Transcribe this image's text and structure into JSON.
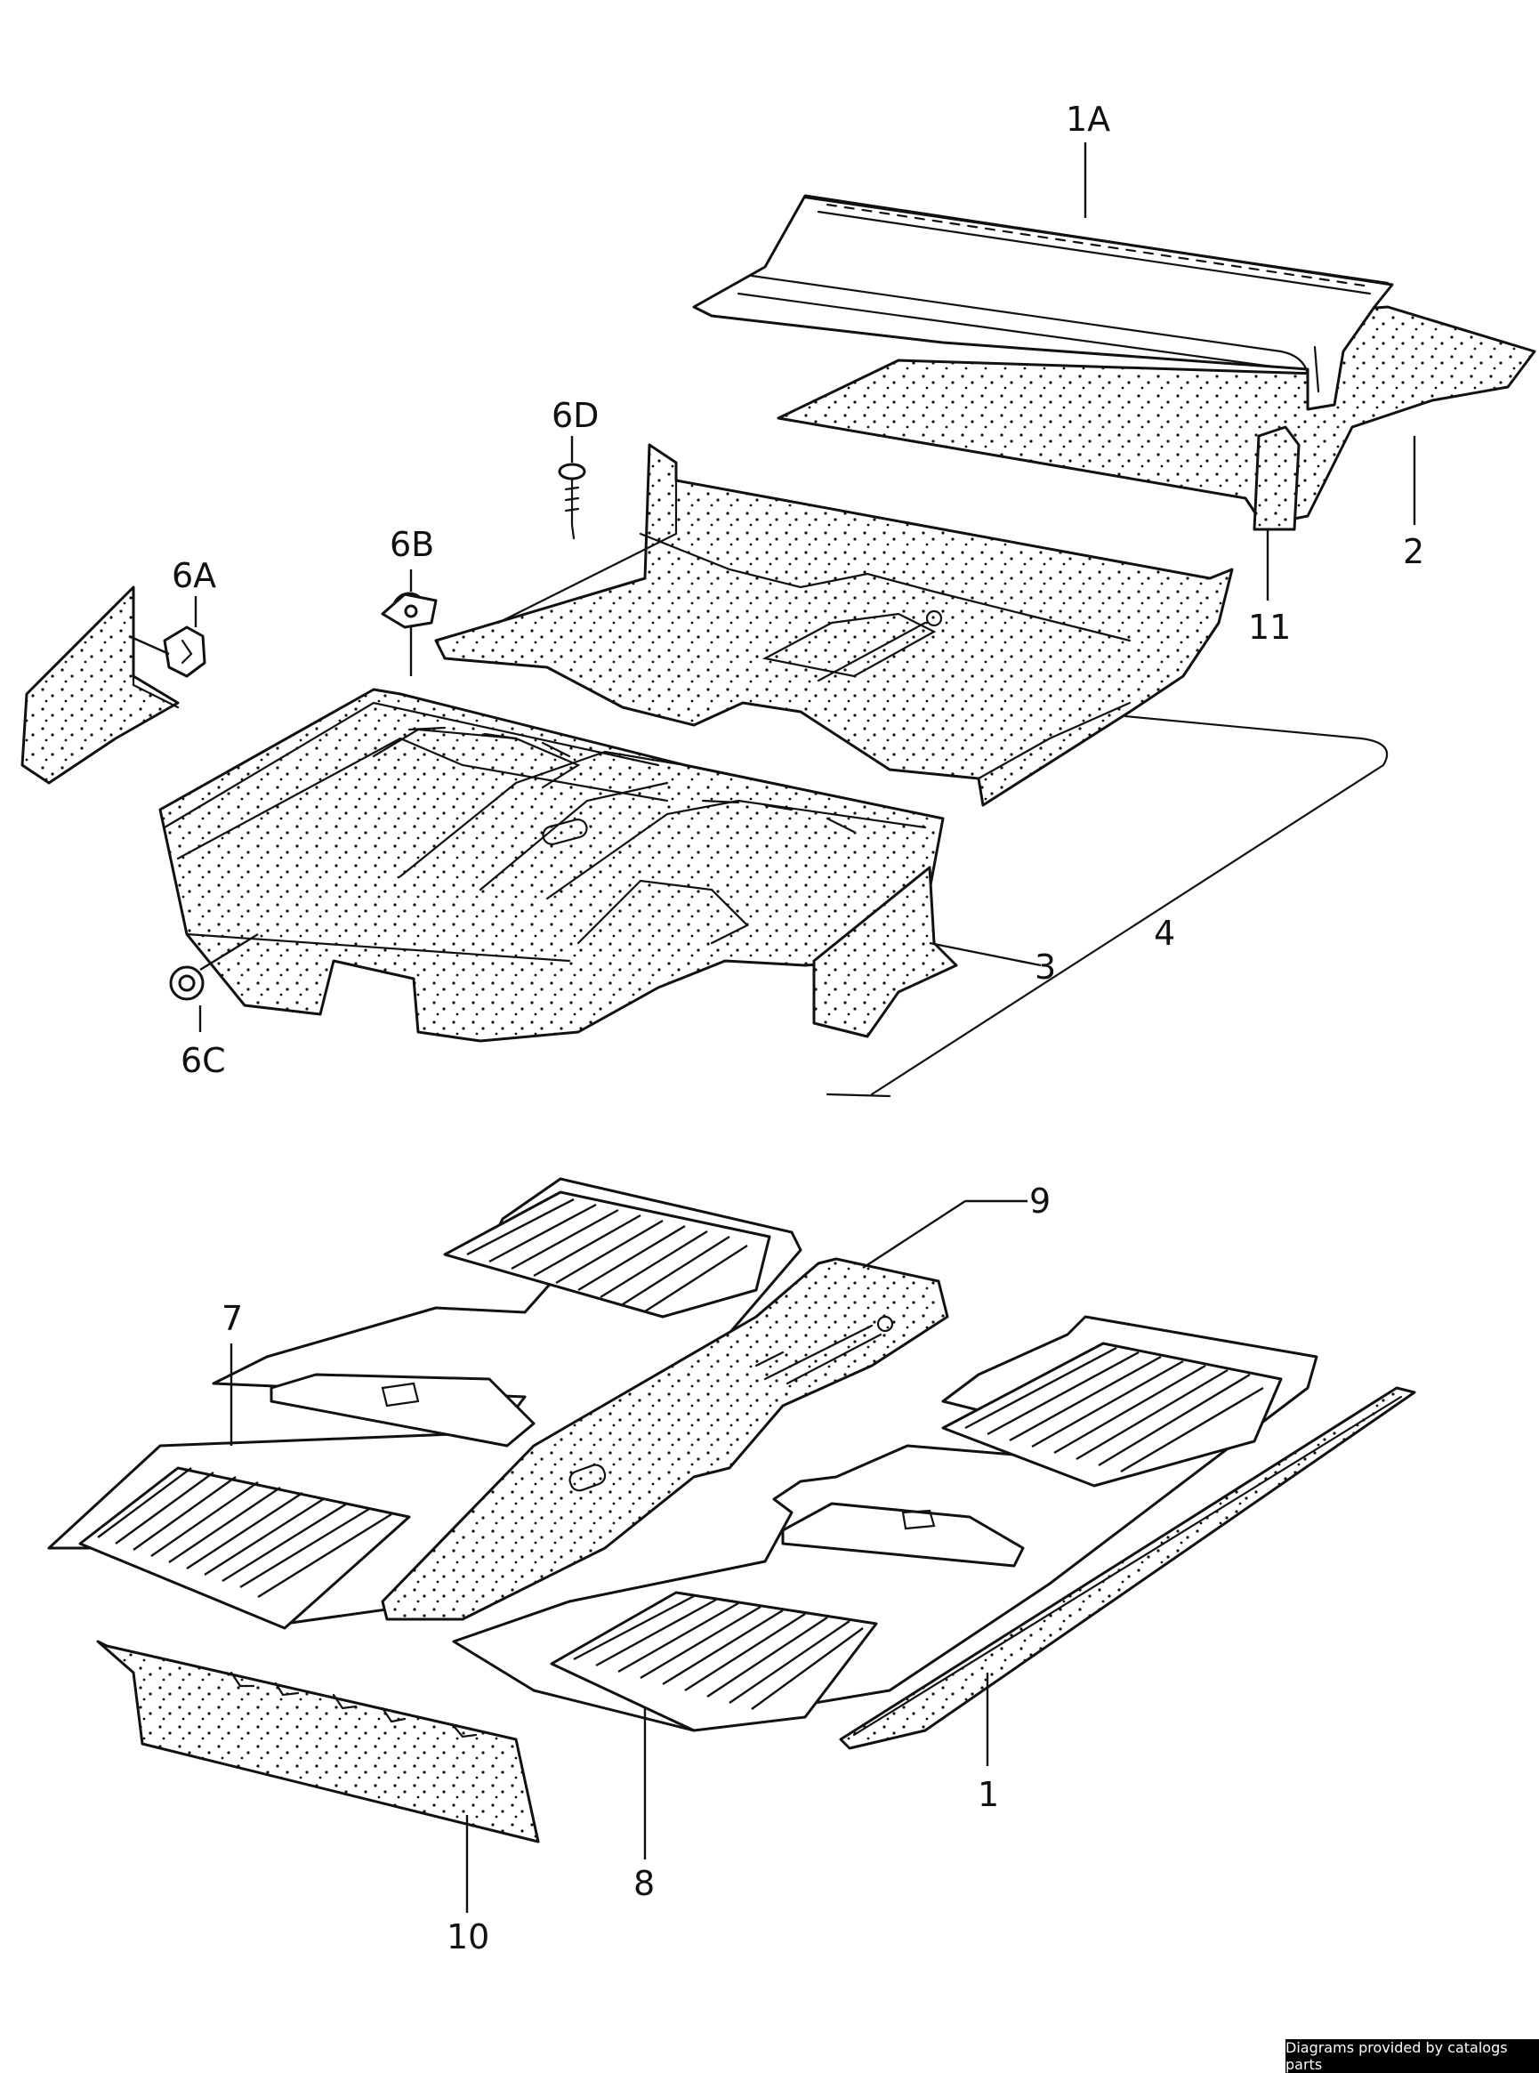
{
  "callouts": {
    "c1A": "1A",
    "c2": "2",
    "c11": "11",
    "c6D": "6D",
    "c6B": "6B",
    "c6A": "6A",
    "c6C": "6C",
    "c3": "3",
    "c4": "4",
    "c9": "9",
    "c7": "7",
    "c1": "1",
    "c8": "8",
    "c10": "10"
  },
  "credit": "Diagrams provided by catalogs parts",
  "colors": {
    "ink": "#111111",
    "paper": "#ffffff",
    "credit_bg": "#000000"
  }
}
